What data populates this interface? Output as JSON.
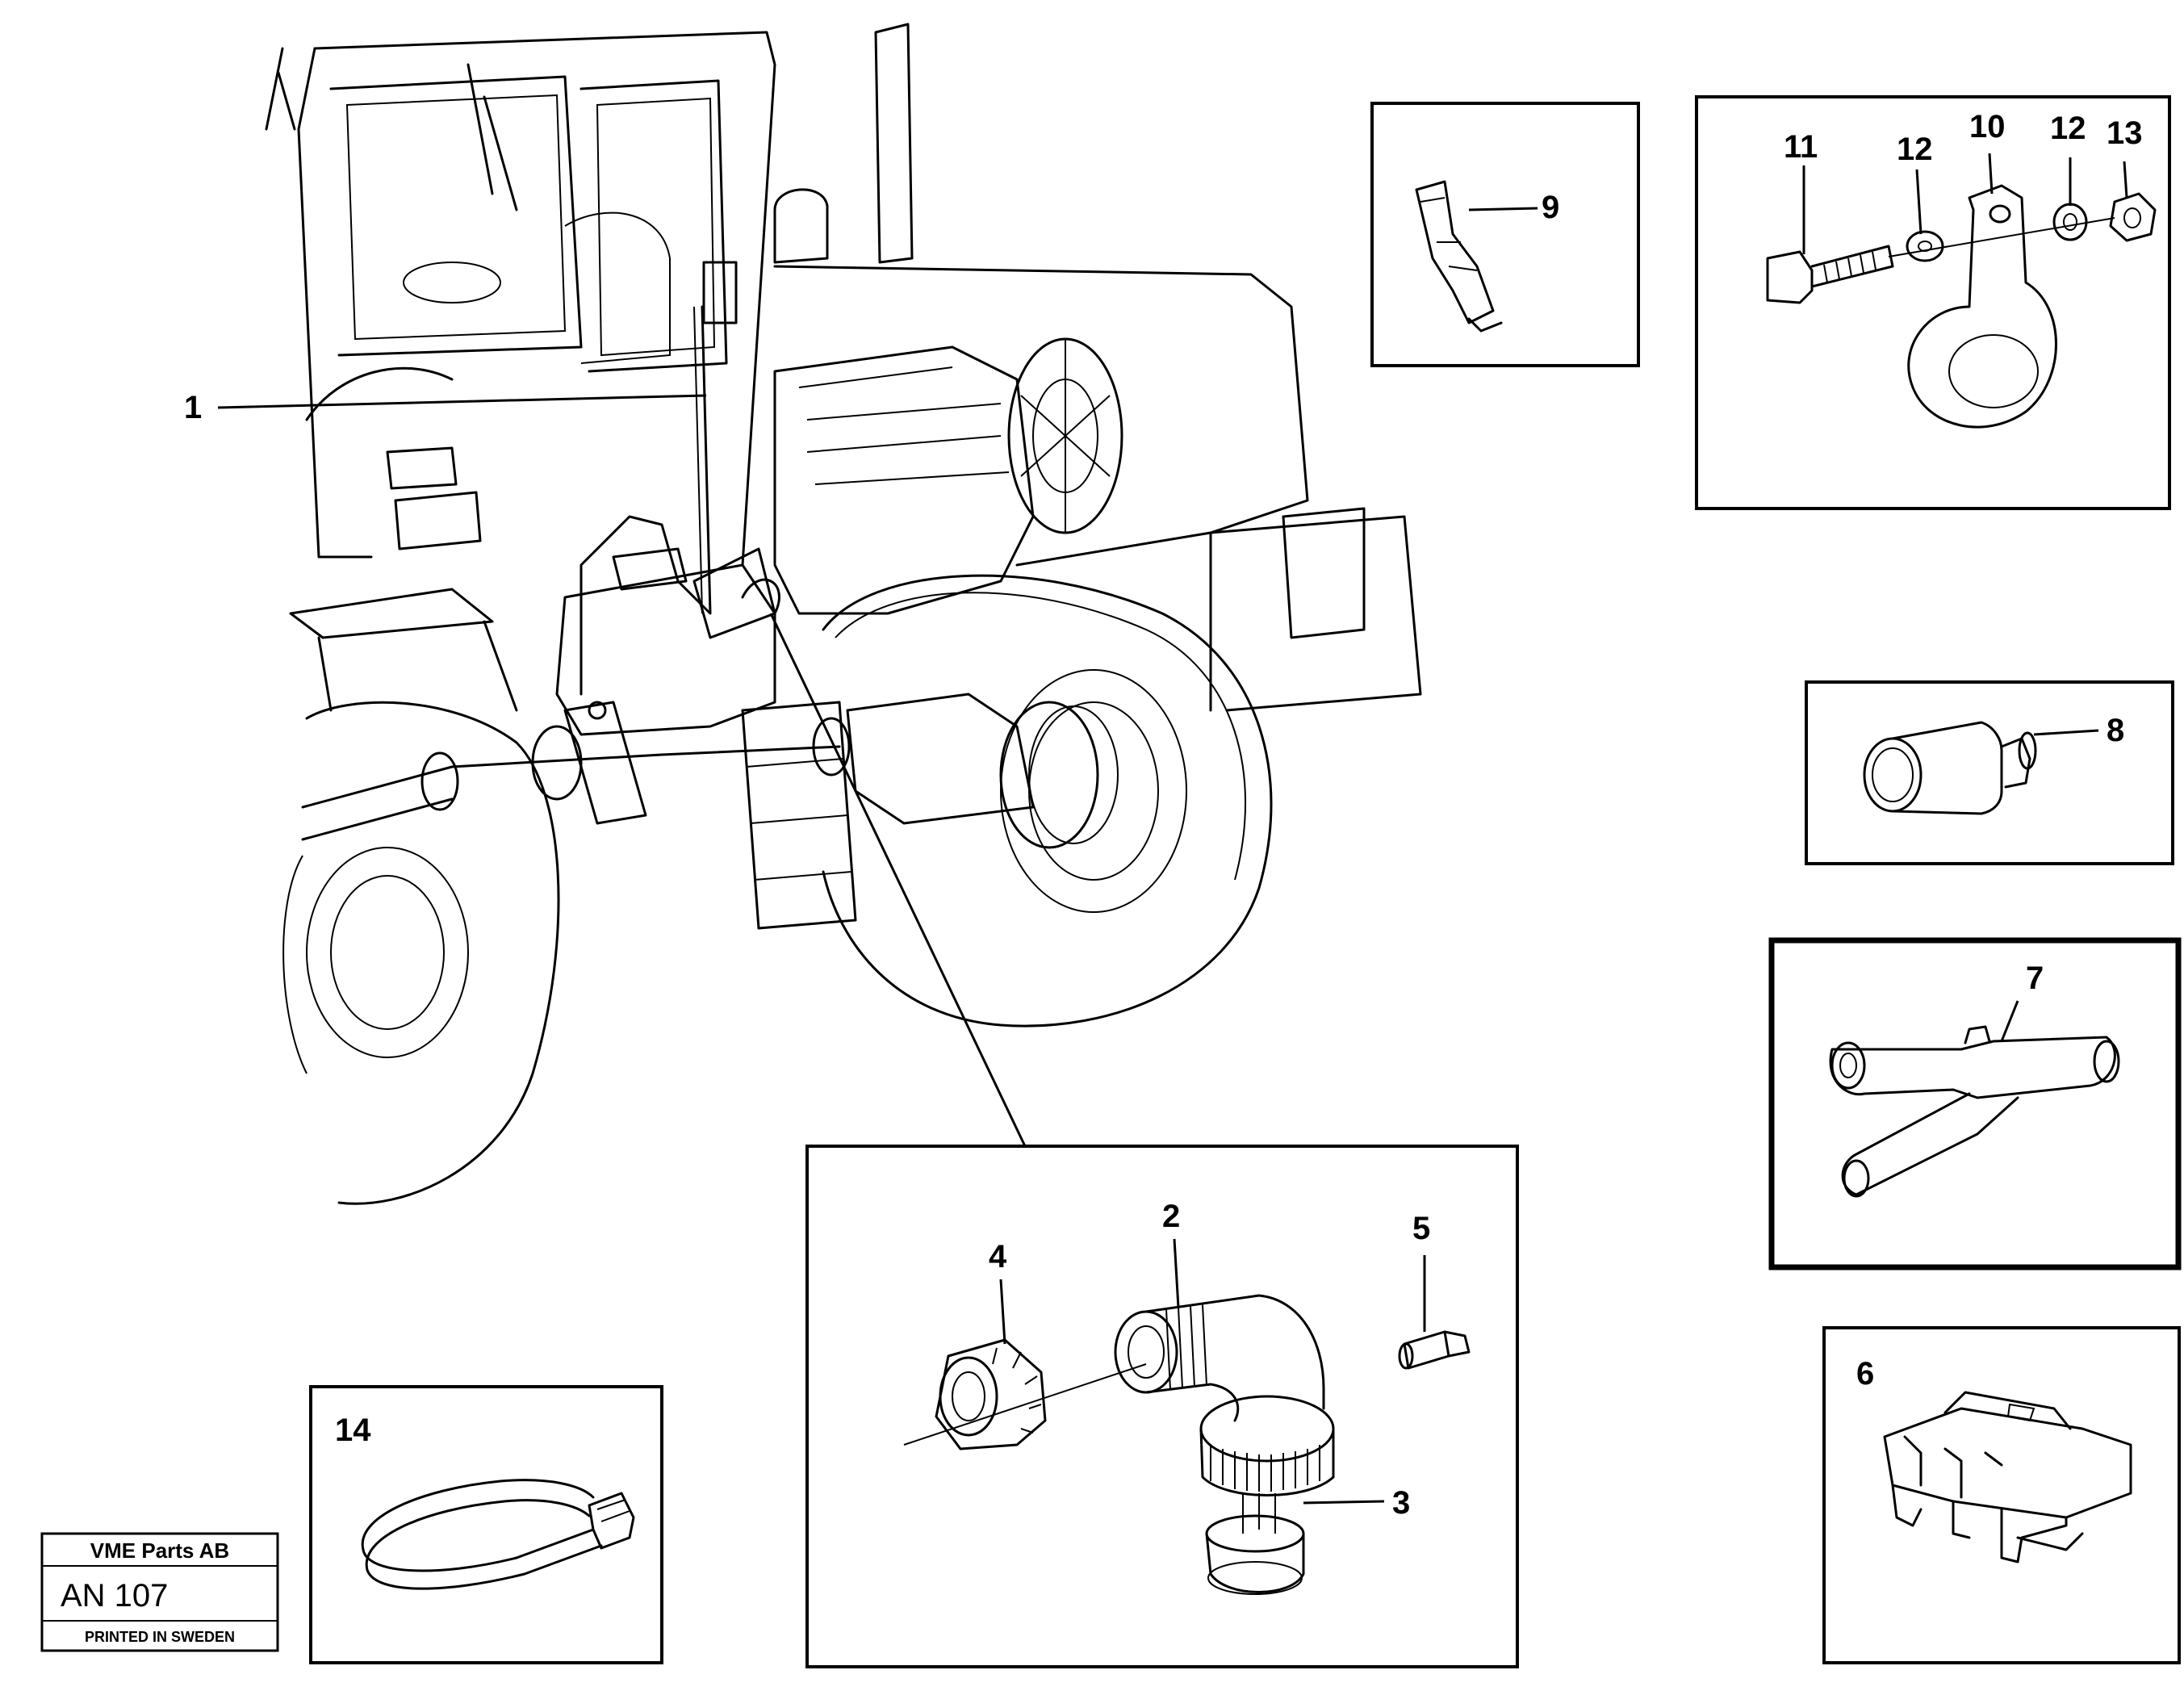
{
  "callouts": {
    "c1": "1",
    "c2": "2",
    "c3": "3",
    "c4": "4",
    "c5": "5",
    "c6": "6",
    "c7": "7",
    "c8": "8",
    "c9": "9",
    "c10": "10",
    "c11": "11",
    "c12": "12",
    "c13": "13",
    "c14": "14"
  },
  "stamp": {
    "company": "VME Parts AB",
    "code": "AN 107",
    "printed": "PRINTED IN SWEDEN"
  }
}
